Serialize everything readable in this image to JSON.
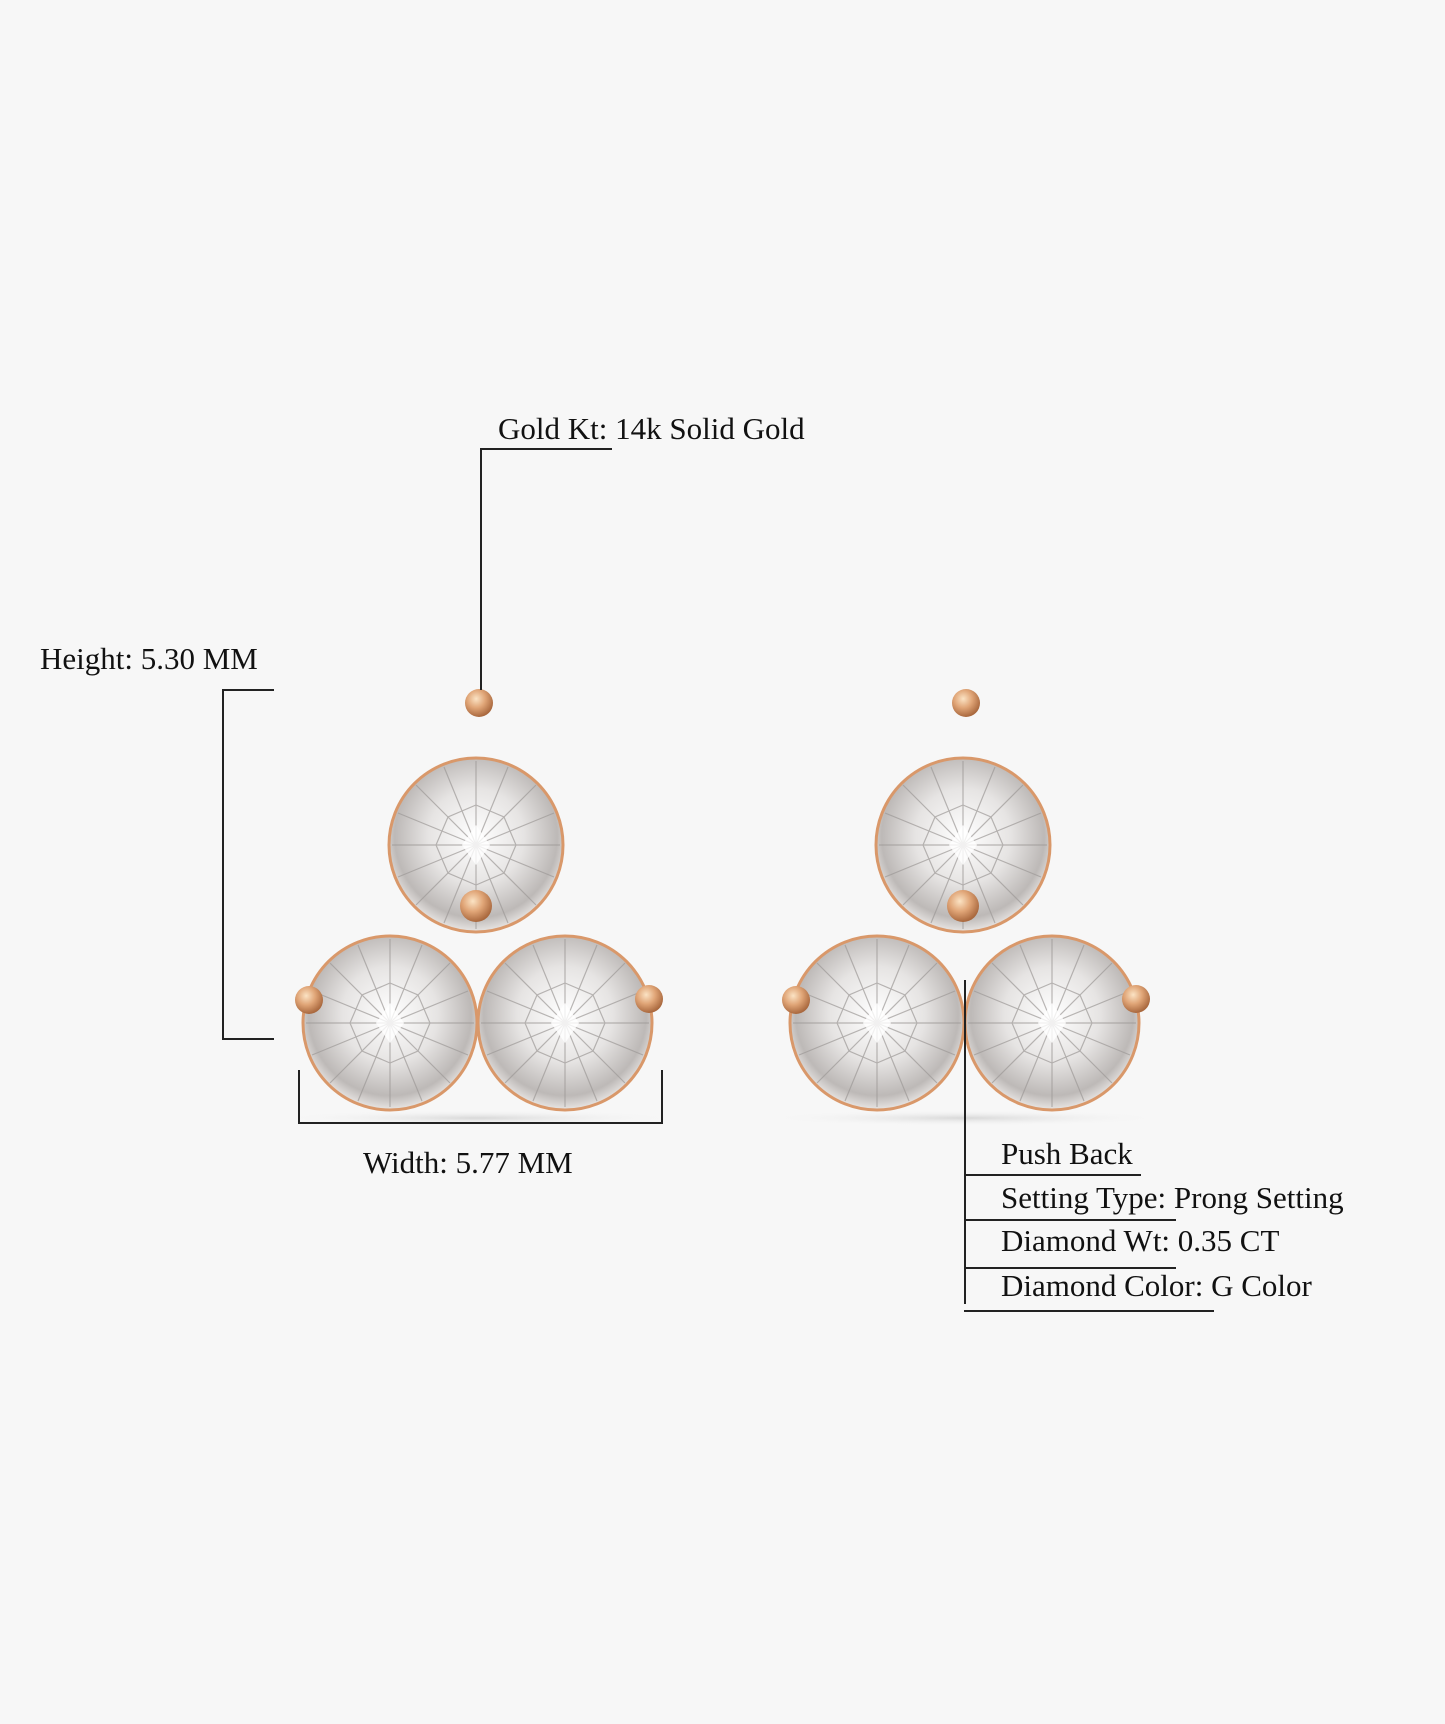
{
  "specs": {
    "gold_kt": "Gold Kt: 14k Solid Gold",
    "height": "Height: 5.30 MM",
    "width": "Width: 5.77 MM",
    "back": "Push Back",
    "setting_type": "Setting Type: Prong Setting",
    "diamond_wt": "Diamond Wt: 0.35 CT",
    "diamond_color": "Diamond Color: G Color"
  },
  "colors": {
    "background": "#f7f7f7",
    "gold": "#d9986a",
    "line": "#222222"
  }
}
